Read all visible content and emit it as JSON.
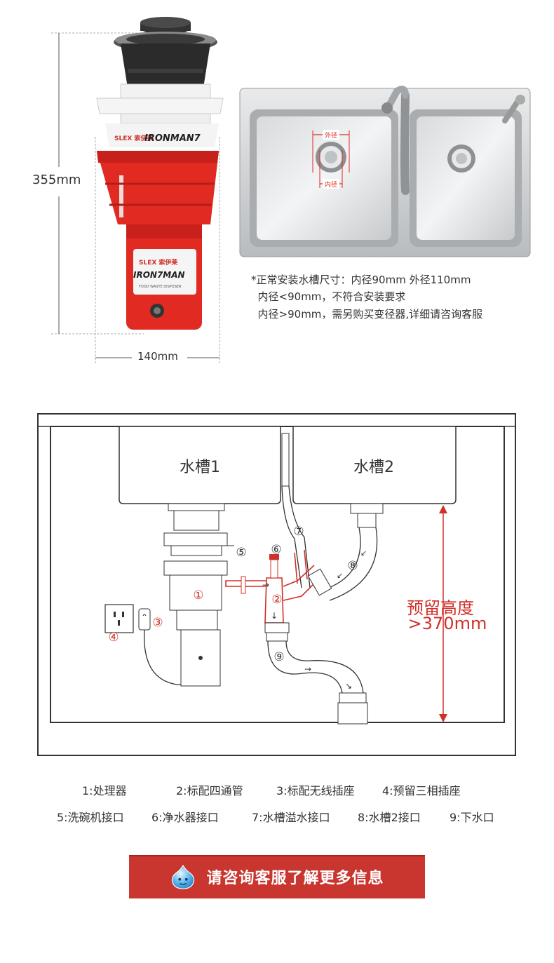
{
  "product": {
    "height_label": "355mm",
    "width_label": "140mm",
    "brand_small": "SLEX 索伊莱",
    "brand_model": "IRONMAN7",
    "body_brand": "SLEX 索伊莱",
    "body_model": "IRON7MAN",
    "body_sub": "FOOD WASTE DISPOSER"
  },
  "sink_photo": {
    "outer_label": "外径",
    "inner_label": "内径"
  },
  "notes": {
    "line1": "*正常安装水槽尺寸：内径90mm 外径110mm",
    "line2": "  内径<90mm，不符合安装要求",
    "line3": "  内径>90mm，需另购买变径器,详细请咨询客服"
  },
  "diagram": {
    "sink1": "水槽1",
    "sink2": "水槽2",
    "reserve_line1": "预留高度",
    "reserve_line2": ">370mm",
    "markers": [
      "①",
      "②",
      "③",
      "④",
      "⑤",
      "⑥",
      "⑦",
      "⑧",
      "⑨"
    ]
  },
  "legend": {
    "row1": [
      "1:处理器",
      "2:标配四通管",
      "3:标配无线插座",
      "4:预留三相插座"
    ],
    "row2": [
      "5:洗碗机接口",
      "6:净水器接口",
      "7:水槽溢水接口",
      "8:水槽2接口",
      "9:下水口"
    ]
  },
  "cta": {
    "label": "请咨询客服了解更多信息",
    "icon": "customer-service-droplet-icon"
  },
  "colors": {
    "accent_red": "#c9352f",
    "product_red": "#e02a22",
    "diagram_red": "#d0302a",
    "line_dark": "#333333"
  }
}
